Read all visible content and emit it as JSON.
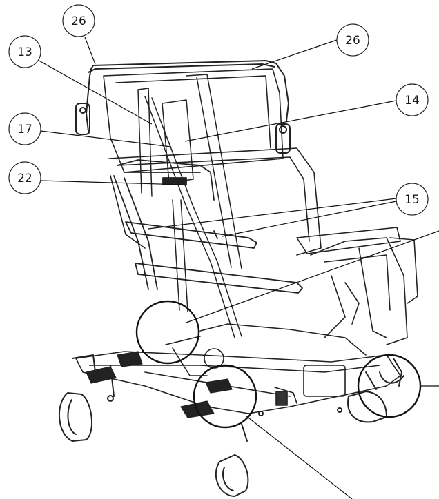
{
  "callouts": [
    {
      "id": "c26a",
      "label": "26"
    },
    {
      "id": "c26b",
      "label": "26"
    },
    {
      "id": "c13",
      "label": "13"
    },
    {
      "id": "c14",
      "label": "14"
    },
    {
      "id": "c17",
      "label": "17"
    },
    {
      "id": "c22",
      "label": "22"
    },
    {
      "id": "c15",
      "label": "15"
    }
  ],
  "colors": {
    "line": "#222222",
    "background": "#ffffff"
  }
}
